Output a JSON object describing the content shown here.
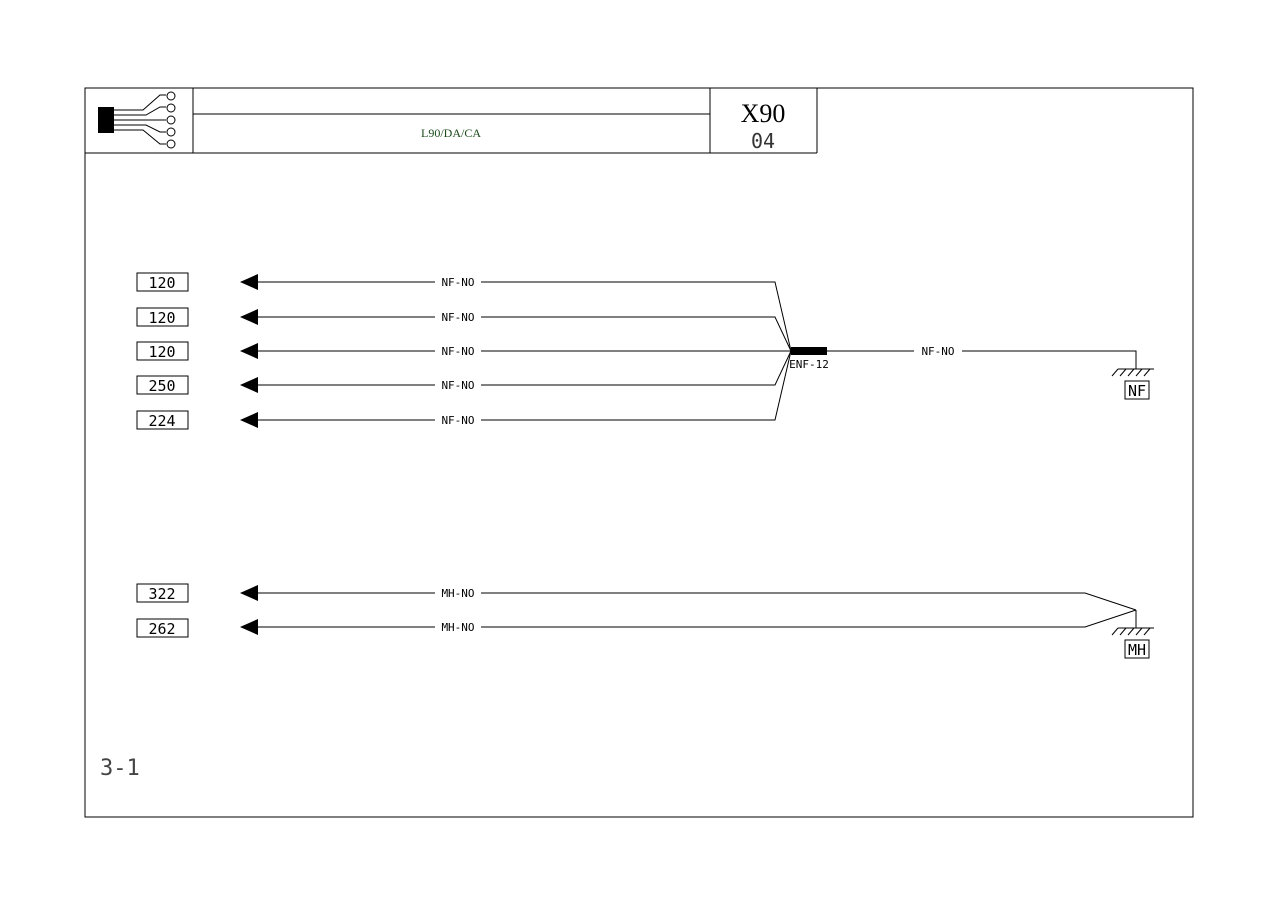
{
  "header": {
    "title_top": "",
    "subtitle": "L90/DA/CA",
    "code": "X90",
    "sheet": "04"
  },
  "page_ref": "3-1",
  "colors": {
    "line": "#000000",
    "subtitle": "#1a4a1a"
  },
  "groups": [
    {
      "wire_label": "NF-NO",
      "splice": "ENF-12",
      "main_label": "NF-NO",
      "ground": "NF",
      "connectors": [
        "120",
        "120",
        "120",
        "250",
        "224"
      ]
    },
    {
      "wire_label": "MH-NO",
      "ground": "MH",
      "connectors": [
        "322",
        "262"
      ]
    }
  ]
}
